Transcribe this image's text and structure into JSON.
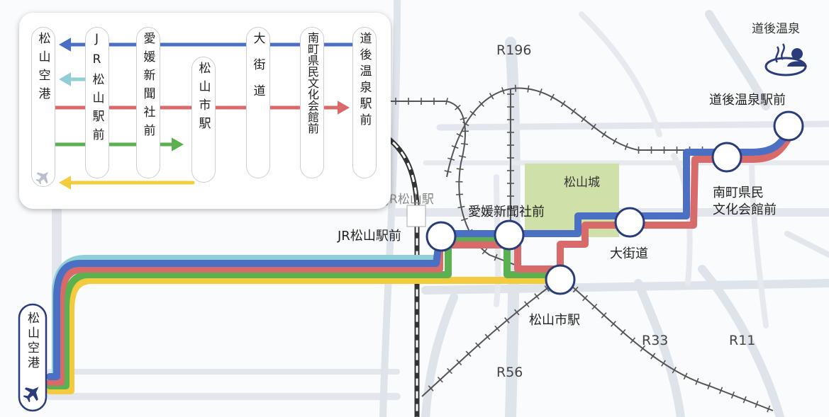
{
  "colors": {
    "blue": "#4a6fc3",
    "light_blue": "#8fd0d6",
    "red": "#d86a6a",
    "green": "#5bb04f",
    "yellow": "#f2cc3e",
    "road": "#dfe3ea",
    "castle": "#cfe0a9",
    "rail": "#555555"
  },
  "legend": {
    "stops": [
      {
        "id": "airport",
        "label": "松山空港"
      },
      {
        "id": "jr",
        "label": "JR松山駅前"
      },
      {
        "id": "ehime",
        "label": "愛媛新聞社前"
      },
      {
        "id": "city",
        "label": "松山市駅"
      },
      {
        "id": "okaido",
        "label": "大街道"
      },
      {
        "id": "minami",
        "label": "南町県民文化会館前"
      },
      {
        "id": "dogo",
        "label": "道後温泉駅前"
      }
    ],
    "routes": [
      {
        "color": "blue",
        "from": "dogo",
        "to": "airport",
        "note": "arrow points to airport"
      },
      {
        "color": "light_blue",
        "from": "jr",
        "to": "airport",
        "note": "arrow points to airport"
      },
      {
        "color": "red",
        "from": "airport",
        "to": "dogo",
        "note": "arrow points to 道後温泉駅前"
      },
      {
        "color": "green",
        "from": "airport",
        "to": "city",
        "note": "arrow points to 松山市駅"
      },
      {
        "color": "yellow",
        "from": "city",
        "to": "airport",
        "note": "arrow points to airport"
      }
    ],
    "airplane_icon": "airplane-icon"
  },
  "map": {
    "roads": {
      "r196": "R196",
      "r33": "R33",
      "r11": "R11",
      "r56": "R56"
    },
    "landmarks": {
      "dogo_onsen": "道後温泉",
      "castle": "松山城",
      "jr_station": "JR松山駅"
    },
    "stations": {
      "dogo": "道後温泉駅前",
      "minami_line1": "南町県民",
      "minami_line2": "文化会館前",
      "okaido": "大街道",
      "ehime": "愛媛新聞社前",
      "jr": "JR松山駅前",
      "city": "松山市駅",
      "airport": "松山空港"
    },
    "onsen_icon": "onsen-icon"
  }
}
